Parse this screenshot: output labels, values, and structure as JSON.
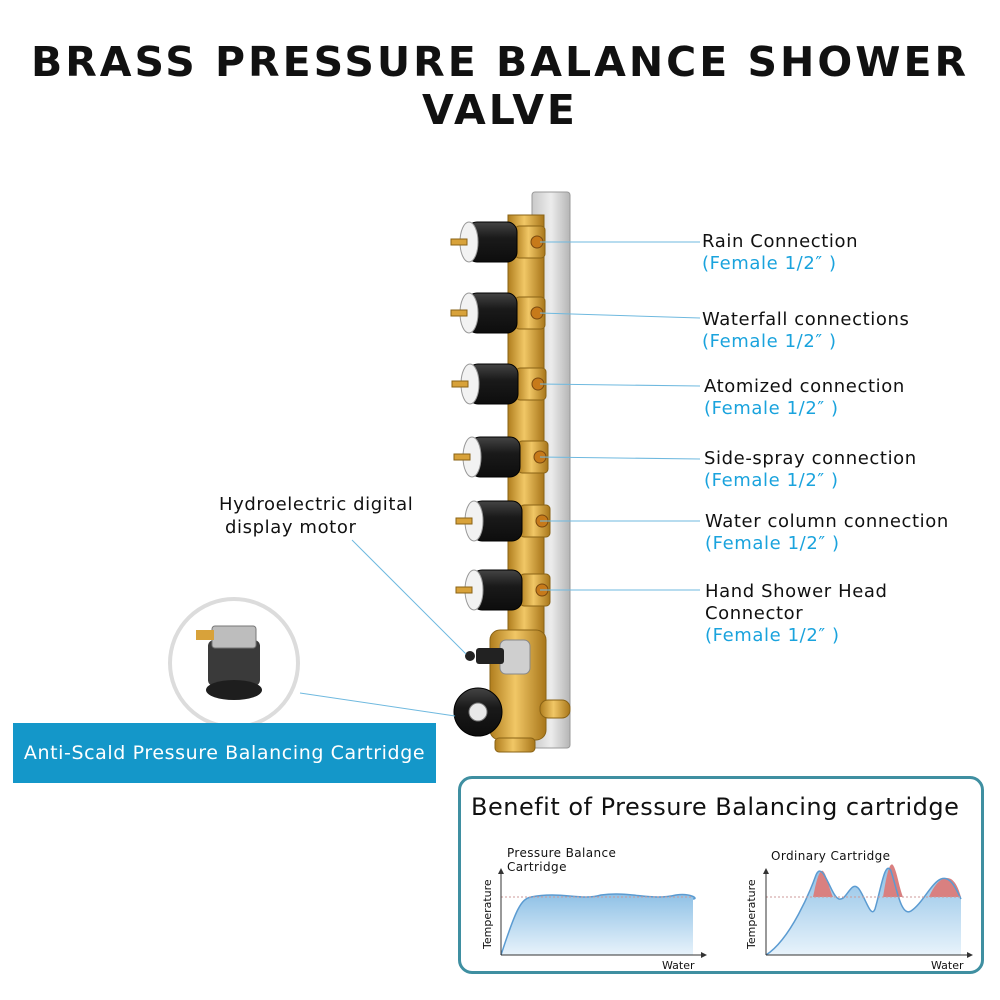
{
  "title": "BRASS PRESSURE BALANCE SHOWER VALVE",
  "callouts": [
    {
      "main": "Rain Connection",
      "sub": "(Female 1/2″ )"
    },
    {
      "main": "Waterfall connections",
      "sub": "(Female 1/2″ )"
    },
    {
      "main": "Atomized connection",
      "sub": "(Female 1/2″ )"
    },
    {
      "main": "Side-spray connection",
      "sub": "(Female 1/2″ )"
    },
    {
      "main": "Water column connection",
      "sub": "(Female 1/2″ )"
    },
    {
      "main": "Hand Shower Head",
      "main2": "Connector",
      "sub": "(Female 1/2″ )"
    }
  ],
  "hydro": {
    "line1": "Hydroelectric digital",
    "line2": "display motor"
  },
  "banner": "Anti-Scald Pressure Balancing Cartridge",
  "benefit": {
    "title": "Benefit of Pressure Balancing cartridge",
    "left": {
      "line1": "Pressure Balance",
      "line2": "Cartridge",
      "ylabel": "Temperature",
      "xlabel": "Water"
    },
    "right": {
      "line1": "Ordinary Cartridge",
      "ylabel": "Temperature",
      "xlabel": "Water"
    }
  },
  "colors": {
    "accent": "#1aa3dd",
    "banner": "#1497c9",
    "brass": "#d8a23a",
    "knob": "#1c1c1c"
  }
}
